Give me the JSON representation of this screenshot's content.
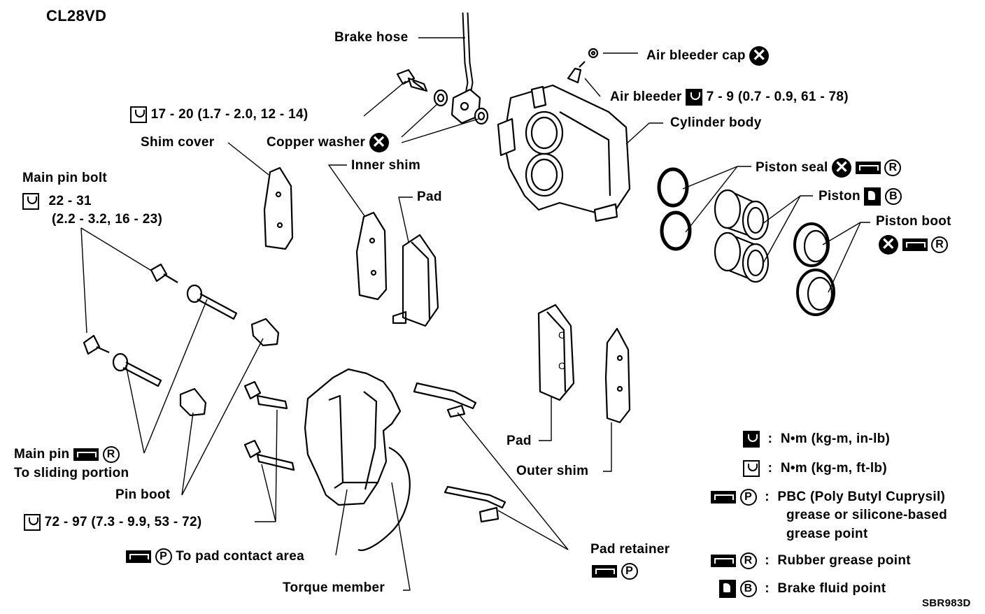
{
  "title": "CL28VD",
  "figure_code": "SBR983D",
  "labels": {
    "brake_hose": "Brake hose",
    "air_bleeder_cap": "Air bleeder cap",
    "air_bleeder": "Air bleeder",
    "air_bleeder_torque": "7 - 9 (0.7 - 0.9, 61 - 78)",
    "hose_bolt_torque": "17 - 20 (1.7 - 2.0, 12 - 14)",
    "cylinder_body": "Cylinder body",
    "copper_washer": "Copper washer",
    "shim_cover": "Shim cover",
    "inner_shim": "Inner shim",
    "pad_upper": "Pad",
    "piston_seal": "Piston seal",
    "piston": "Piston",
    "piston_boot": "Piston boot",
    "main_pin_bolt": "Main pin bolt",
    "main_pin_bolt_torque_1": "22 - 31",
    "main_pin_bolt_torque_2": "(2.2 - 3.2, 16 - 23)",
    "main_pin": "Main pin",
    "to_sliding_portion": "To sliding portion",
    "pin_boot": "Pin boot",
    "torque_member_bolt_torque": "72 - 97 (7.3 - 9.9, 53 - 72)",
    "to_pad_contact_area": "To pad contact area",
    "torque_member": "Torque member",
    "pad_lower": "Pad",
    "outer_shim": "Outer shim",
    "pad_retainer": "Pad retainer"
  },
  "symbols": {
    "cross": "✕",
    "r": "R",
    "p": "P",
    "b": "B",
    "icons": [
      "torque-icon",
      "grease-icon",
      "brake-fluid-icon",
      "do-not-reuse-icon"
    ]
  },
  "legend": {
    "sep": ":",
    "nm_in_lb": "N•m (kg-m, in-lb)",
    "nm_ft_lb": "N•m (kg-m, ft-lb)",
    "pbc_1": "PBC (Poly Butyl Cuprysil)",
    "pbc_2": "grease or silicone-based",
    "pbc_3": "grease point",
    "rubber_grease": "Rubber grease point",
    "brake_fluid": "Brake fluid point"
  }
}
